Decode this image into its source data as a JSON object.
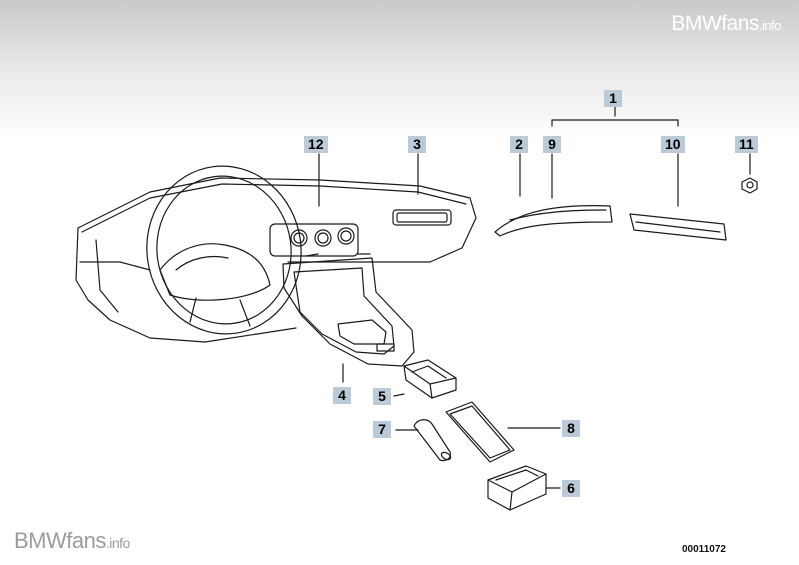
{
  "watermark": {
    "brand": "BMWfans",
    "suffix": ".info"
  },
  "diagram_number": "00011072",
  "callouts": [
    {
      "id": "c1",
      "label": "1"
    },
    {
      "id": "c2",
      "label": "2"
    },
    {
      "id": "c3",
      "label": "3"
    },
    {
      "id": "c4",
      "label": "4"
    },
    {
      "id": "c5",
      "label": "5"
    },
    {
      "id": "c6",
      "label": "6"
    },
    {
      "id": "c7",
      "label": "7"
    },
    {
      "id": "c8",
      "label": "8"
    },
    {
      "id": "c9",
      "label": "9"
    },
    {
      "id": "c10",
      "label": "10"
    },
    {
      "id": "c11",
      "label": "11"
    },
    {
      "id": "c12",
      "label": "12"
    }
  ],
  "colors": {
    "callout_bg": "#bcc9d6",
    "line": "#1a1a1a"
  }
}
